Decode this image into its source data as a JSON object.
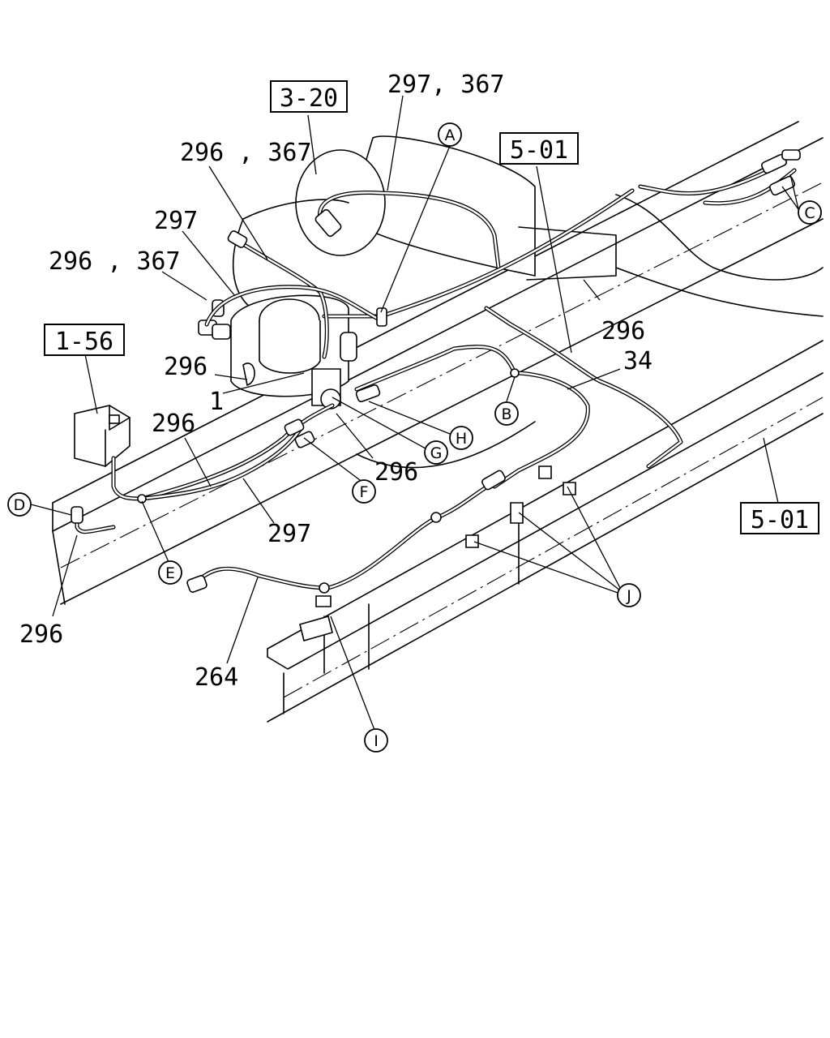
{
  "refs": {
    "r1": "3-20",
    "r2": "5-01",
    "r3": "1-56",
    "r4": "5-01"
  },
  "labels": {
    "l297_367": "297, 367",
    "l296_367_top": "296 , 367",
    "l297_top": "297",
    "l296_367_left": "296 , 367",
    "l296_a": "296",
    "l1": "1",
    "l296_b": "296",
    "l296_right": "296",
    "l34": "34",
    "l296_c": "296",
    "l297_bottom": "297",
    "l296_d": "296",
    "l264": "264"
  },
  "markers": {
    "A": "A",
    "B": "B",
    "C": "C",
    "D": "D",
    "E": "E",
    "F": "F",
    "G": "G",
    "H": "H",
    "I": "I",
    "J": "J"
  }
}
